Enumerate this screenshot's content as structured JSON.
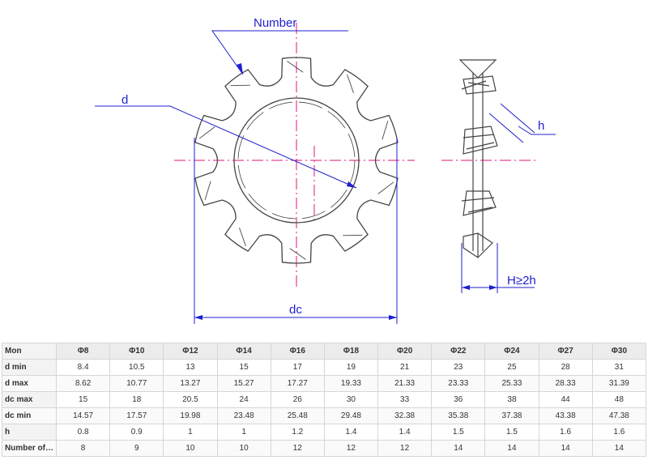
{
  "drawing": {
    "labels": {
      "number": "Number",
      "d": "d",
      "dc": "dc",
      "h": "h",
      "H": "H≥2h"
    },
    "teeth_count": 10,
    "colors": {
      "outline": "#444444",
      "centerline": "#e0157a",
      "dimension": "#1f1fd0"
    }
  },
  "table": {
    "header_label": "Mon",
    "sizes": [
      "Φ8",
      "Φ10",
      "Φ12",
      "Φ14",
      "Φ16",
      "Φ18",
      "Φ20",
      "Φ22",
      "Φ24",
      "Φ27",
      "Φ30"
    ],
    "rows": [
      {
        "label": "d min",
        "values": [
          "8.4",
          "10.5",
          "13",
          "15",
          "17",
          "19",
          "21",
          "23",
          "25",
          "28",
          "31"
        ]
      },
      {
        "label": "d max",
        "values": [
          "8.62",
          "10.77",
          "13.27",
          "15.27",
          "17.27",
          "19.33",
          "21.33",
          "23.33",
          "25.33",
          "28.33",
          "31.39"
        ]
      },
      {
        "label": "dc max",
        "values": [
          "15",
          "18",
          "20.5",
          "24",
          "26",
          "30",
          "33",
          "36",
          "38",
          "44",
          "48"
        ]
      },
      {
        "label": "dc min",
        "values": [
          "14.57",
          "17.57",
          "19.98",
          "23.48",
          "25.48",
          "29.48",
          "32.38",
          "35.38",
          "37.38",
          "43.38",
          "47.38"
        ]
      },
      {
        "label": "h",
        "values": [
          "0.8",
          "0.9",
          "1",
          "1",
          "1.2",
          "1.4",
          "1.4",
          "1.5",
          "1.5",
          "1.6",
          "1.6"
        ]
      },
      {
        "label": "Number of t...",
        "values": [
          "8",
          "9",
          "10",
          "10",
          "12",
          "12",
          "12",
          "14",
          "14",
          "14",
          "14"
        ]
      }
    ]
  }
}
